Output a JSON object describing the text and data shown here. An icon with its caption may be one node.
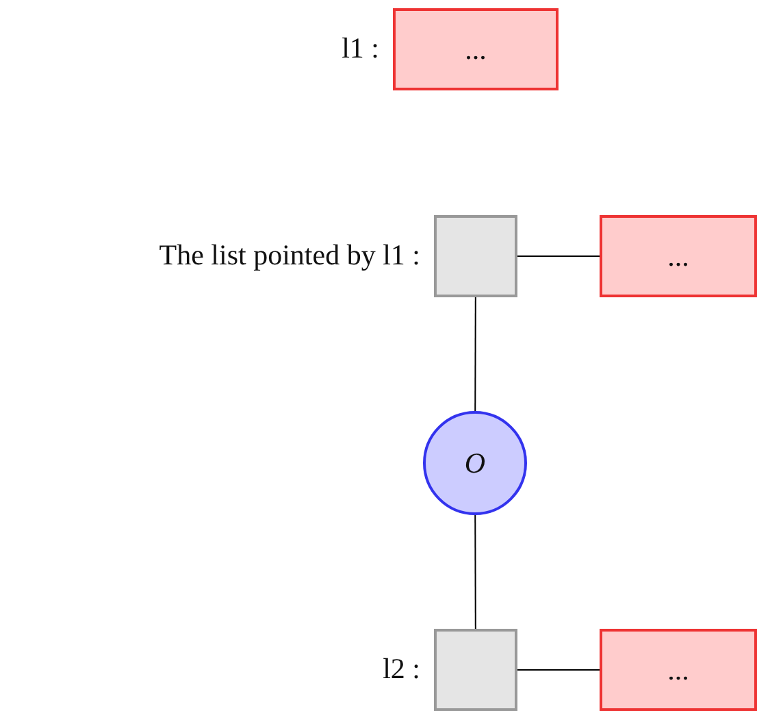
{
  "diagram": {
    "nodes": [
      {
        "text": [
          "..."
        ],
        "beside": [
          "l1 :"
        ]
      },
      {
        "text": [],
        "shape": "box",
        "beside": [
          "The list pointed by l1 :"
        ]
      },
      {
        "text": [
          "..."
        ]
      },
      {
        "text": [
          "O"
        ]
      },
      {
        "text": [],
        "shape": "box",
        "beside": [
          "l2 :"
        ]
      },
      {
        "text": [
          "..."
        ]
      }
    ],
    "edges": [
      {
        "from": 1,
        "to": 2,
        "arrow": "none"
      },
      {
        "from": 1,
        "to": 3,
        "arrow": "none"
      },
      {
        "from": 3,
        "to": 4,
        "arrow": "none"
      },
      {
        "from": 4,
        "to": 5,
        "arrow": "none"
      }
    ]
  }
}
